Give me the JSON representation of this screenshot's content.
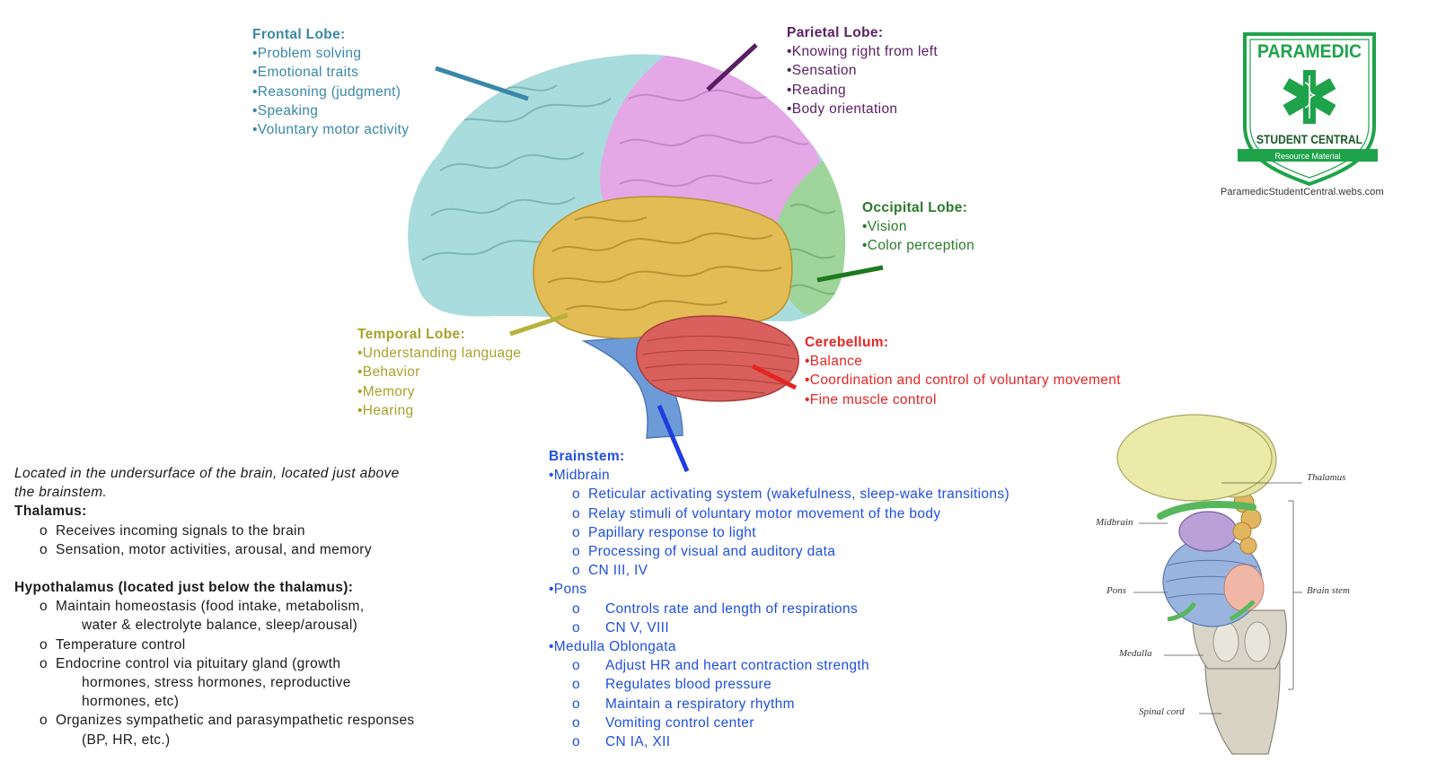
{
  "frontal": {
    "title": "Frontal Lobe:",
    "items": [
      "•Problem solving",
      "•Emotional traits",
      "•Reasoning (judgment)",
      "•Speaking",
      "•Voluntary motor activity"
    ]
  },
  "parietal": {
    "title": "Parietal Lobe:",
    "items": [
      "•Knowing right from left",
      "•Sensation",
      "•Reading",
      "•Body orientation"
    ]
  },
  "occipital": {
    "title": "Occipital Lobe:",
    "items": [
      "•Vision",
      "•Color perception"
    ]
  },
  "temporal": {
    "title": "Temporal Lobe:",
    "items": [
      "•Understanding language",
      "•Behavior",
      "•Memory",
      "•Hearing"
    ]
  },
  "cerebellum": {
    "title": "Cerebellum:",
    "items": [
      "•Balance",
      "•Coordination and control of voluntary movement",
      "•Fine muscle control"
    ]
  },
  "brainstem": {
    "title": "Brainstem:",
    "midbrain": {
      "label": "•Midbrain",
      "items": [
        "Reticular activating system (wakefulness, sleep-wake transitions)",
        "Relay stimuli of voluntary motor movement of the body",
        "Papillary response to light",
        "Processing of visual and auditory data",
        "CN III, IV"
      ]
    },
    "pons": {
      "label": "•Pons",
      "items": [
        "Controls rate and length of respirations",
        "CN V, VIII"
      ]
    },
    "medulla": {
      "label": "•Medulla Oblongata",
      "items": [
        "Adjust HR and heart contraction strength",
        "Regulates blood pressure",
        "Maintain a respiratory rhythm",
        "Vomiting control center",
        "CN IA, XII"
      ]
    }
  },
  "diencephalon": {
    "intro_line1": "Located in the undersurface of the brain, located just above",
    "intro_line2": "the brainstem.",
    "thalamus_title": "Thalamus:",
    "thalamus_items": [
      "Receives incoming signals to the brain",
      "Sensation, motor activities, arousal, and memory"
    ],
    "hypothalamus_title": "Hypothalamus (located just below the thalamus):",
    "hypo_item1_line1": "Maintain homeostasis (food intake, metabolism,",
    "hypo_item1_line2": "water & electrolyte balance, sleep/arousal)",
    "hypo_item2": "Temperature control",
    "hypo_item3_line1": "Endocrine control via pituitary gland (growth",
    "hypo_item3_line2": "hormones, stress hormones, reproductive",
    "hypo_item3_line3": "hormones, etc)",
    "hypo_item4_line1": "Organizes sympathetic and parasympathetic responses",
    "hypo_item4_line2": "(BP, HR, etc.)",
    "bullet": "o"
  },
  "logo": {
    "top_text": "PARAMEDIC",
    "bottom_text": "STUDENT CENTRAL",
    "ribbon_text": "Resource Material",
    "url": "ParamedicStudentCentral.webs.com"
  },
  "brainstem_figure": {
    "thalamus": "Thalamus",
    "midbrain": "Midbrain",
    "pons": "Pons",
    "medulla": "Medulla",
    "spinal_cord": "Spinal cord",
    "brain_stem": "Brain stem"
  },
  "colors": {
    "frontal": "#a9dcdc",
    "parietal": "#e4a8e6",
    "occipital": "#9fd49a",
    "temporal": "#e3bc55",
    "cerebellum": "#d9605c",
    "brainstem": "#6d9bd8",
    "logo_green": "#1fa34a"
  }
}
